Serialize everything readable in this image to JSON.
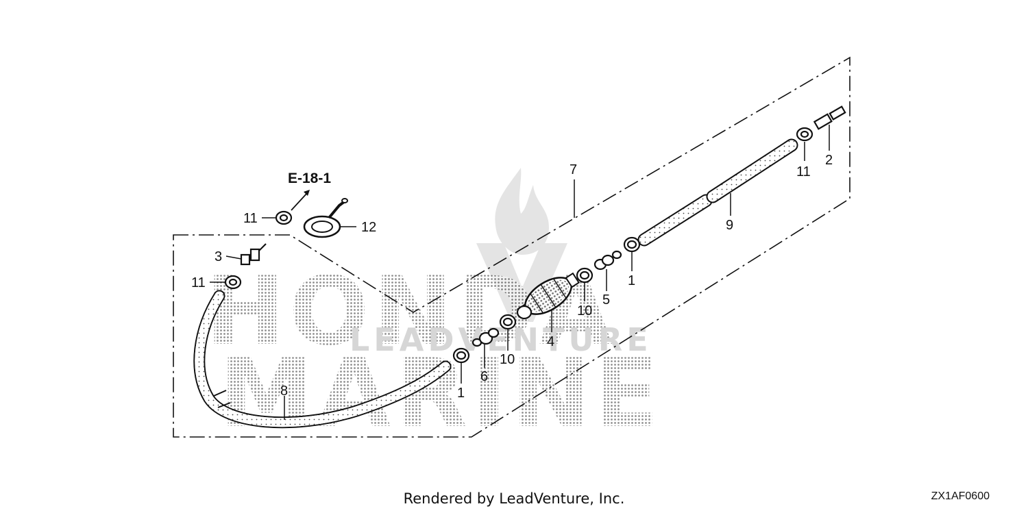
{
  "diagram": {
    "reference": "E-18-1",
    "callouts": {
      "c1a": "1",
      "c1b": "1",
      "c2": "2",
      "c3": "3",
      "c4": "4",
      "c5": "5",
      "c6": "6",
      "c7": "7",
      "c8": "8",
      "c9": "9",
      "c10a": "10",
      "c10b": "10",
      "c11a": "11",
      "c11b": "11",
      "c11c": "11",
      "c12": "12"
    },
    "watermark": {
      "line1": "HONDA",
      "line2": "MARINE",
      "sub": "LEADVENTURE"
    }
  },
  "footer": {
    "credit": "Rendered by LeadVenture, Inc.",
    "code": "ZX1AF0600"
  }
}
